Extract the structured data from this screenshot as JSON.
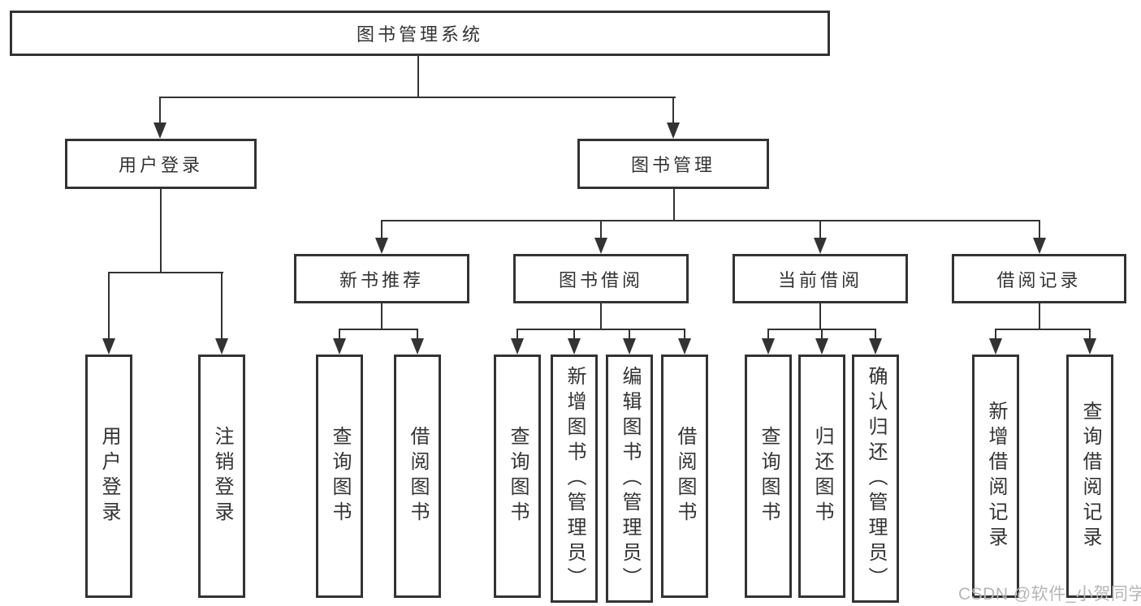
{
  "diagram": {
    "title": "图书管理系统",
    "nodes": {
      "root": "图书管理系统",
      "user_login": "用户登录",
      "book_management": "图书管理",
      "new_book_recommend": "新书推荐",
      "book_borrowing": "图书借阅",
      "current_borrowing": "当前借阅",
      "borrowing_records": "借阅记录",
      "leaf_user_login": "用户登录",
      "leaf_logout": "注销登录",
      "leaf_recommend_query_books": "查询图书",
      "leaf_recommend_borrow_books": "借阅图书",
      "leaf_borrowing_query_books": "查询图书",
      "leaf_borrowing_add_books": "新增图书（管理员）",
      "leaf_borrowing_edit_books": "编辑图书（管理员）",
      "leaf_borrowing_borrow_books": "借阅图书",
      "leaf_current_query_books": "查询图书",
      "leaf_current_return_books": "归还图书",
      "leaf_current_confirm_return": "确认归还（管理员）",
      "leaf_records_add_record": "新增借阅记录",
      "leaf_records_query_record": "查询借阅记录"
    },
    "watermark": "CSDN @软件_小贺同学",
    "colors": {
      "line": "#333333",
      "text": "#333333",
      "watermark": "#b6b6b6",
      "background": "#ffffff"
    }
  }
}
